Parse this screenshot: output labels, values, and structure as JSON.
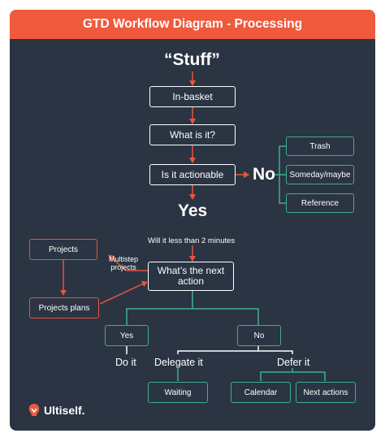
{
  "header": {
    "title": "GTD Workflow Diagram - Processing"
  },
  "nodes": {
    "stuff": "“Stuff”",
    "in_basket": "In-basket",
    "what_is_it": "What is it?",
    "is_actionable": "Is it actionable",
    "no": "No",
    "trash": "Trash",
    "someday_maybe": "Someday/maybe",
    "reference": "Reference",
    "yes_big": "Yes",
    "two_minutes": "Will it less than 2 minutes",
    "next_action": "What’s the next action",
    "multistep": "Multistep projects",
    "projects": "Projects",
    "projects_plans": "Projects plans",
    "yes": "Yes",
    "no_small": "No",
    "do_it": "Do it",
    "delegate_it": "Delegate it",
    "defer_it": "Defer it",
    "waiting": "Waiting",
    "calendar": "Calendar",
    "next_actions": "Next actions"
  },
  "brand": {
    "name": "Ultiself."
  },
  "colors": {
    "header": "#ef5a3c",
    "background": "#2a3443",
    "arrow": "#e8553b",
    "green": "#3fae8c"
  }
}
